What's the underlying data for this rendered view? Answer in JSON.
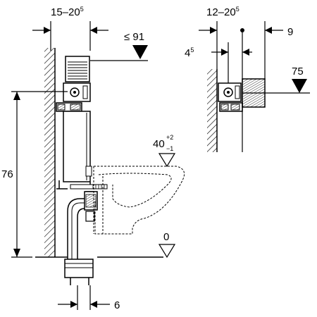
{
  "dimensions": {
    "width_left": {
      "base": "15–20",
      "sup": "5"
    },
    "width_right": {
      "base": "12–20",
      "sup": "5"
    },
    "max_height": "≤ 91",
    "offset_9": "9",
    "offset_4": {
      "base": "4",
      "sup": "5"
    },
    "height_75": "75",
    "bowl_height": {
      "base": "40",
      "sup": "+2",
      "sub": "−1"
    },
    "total_height": "76",
    "floor_level": "0",
    "bottom_offset": "6"
  }
}
